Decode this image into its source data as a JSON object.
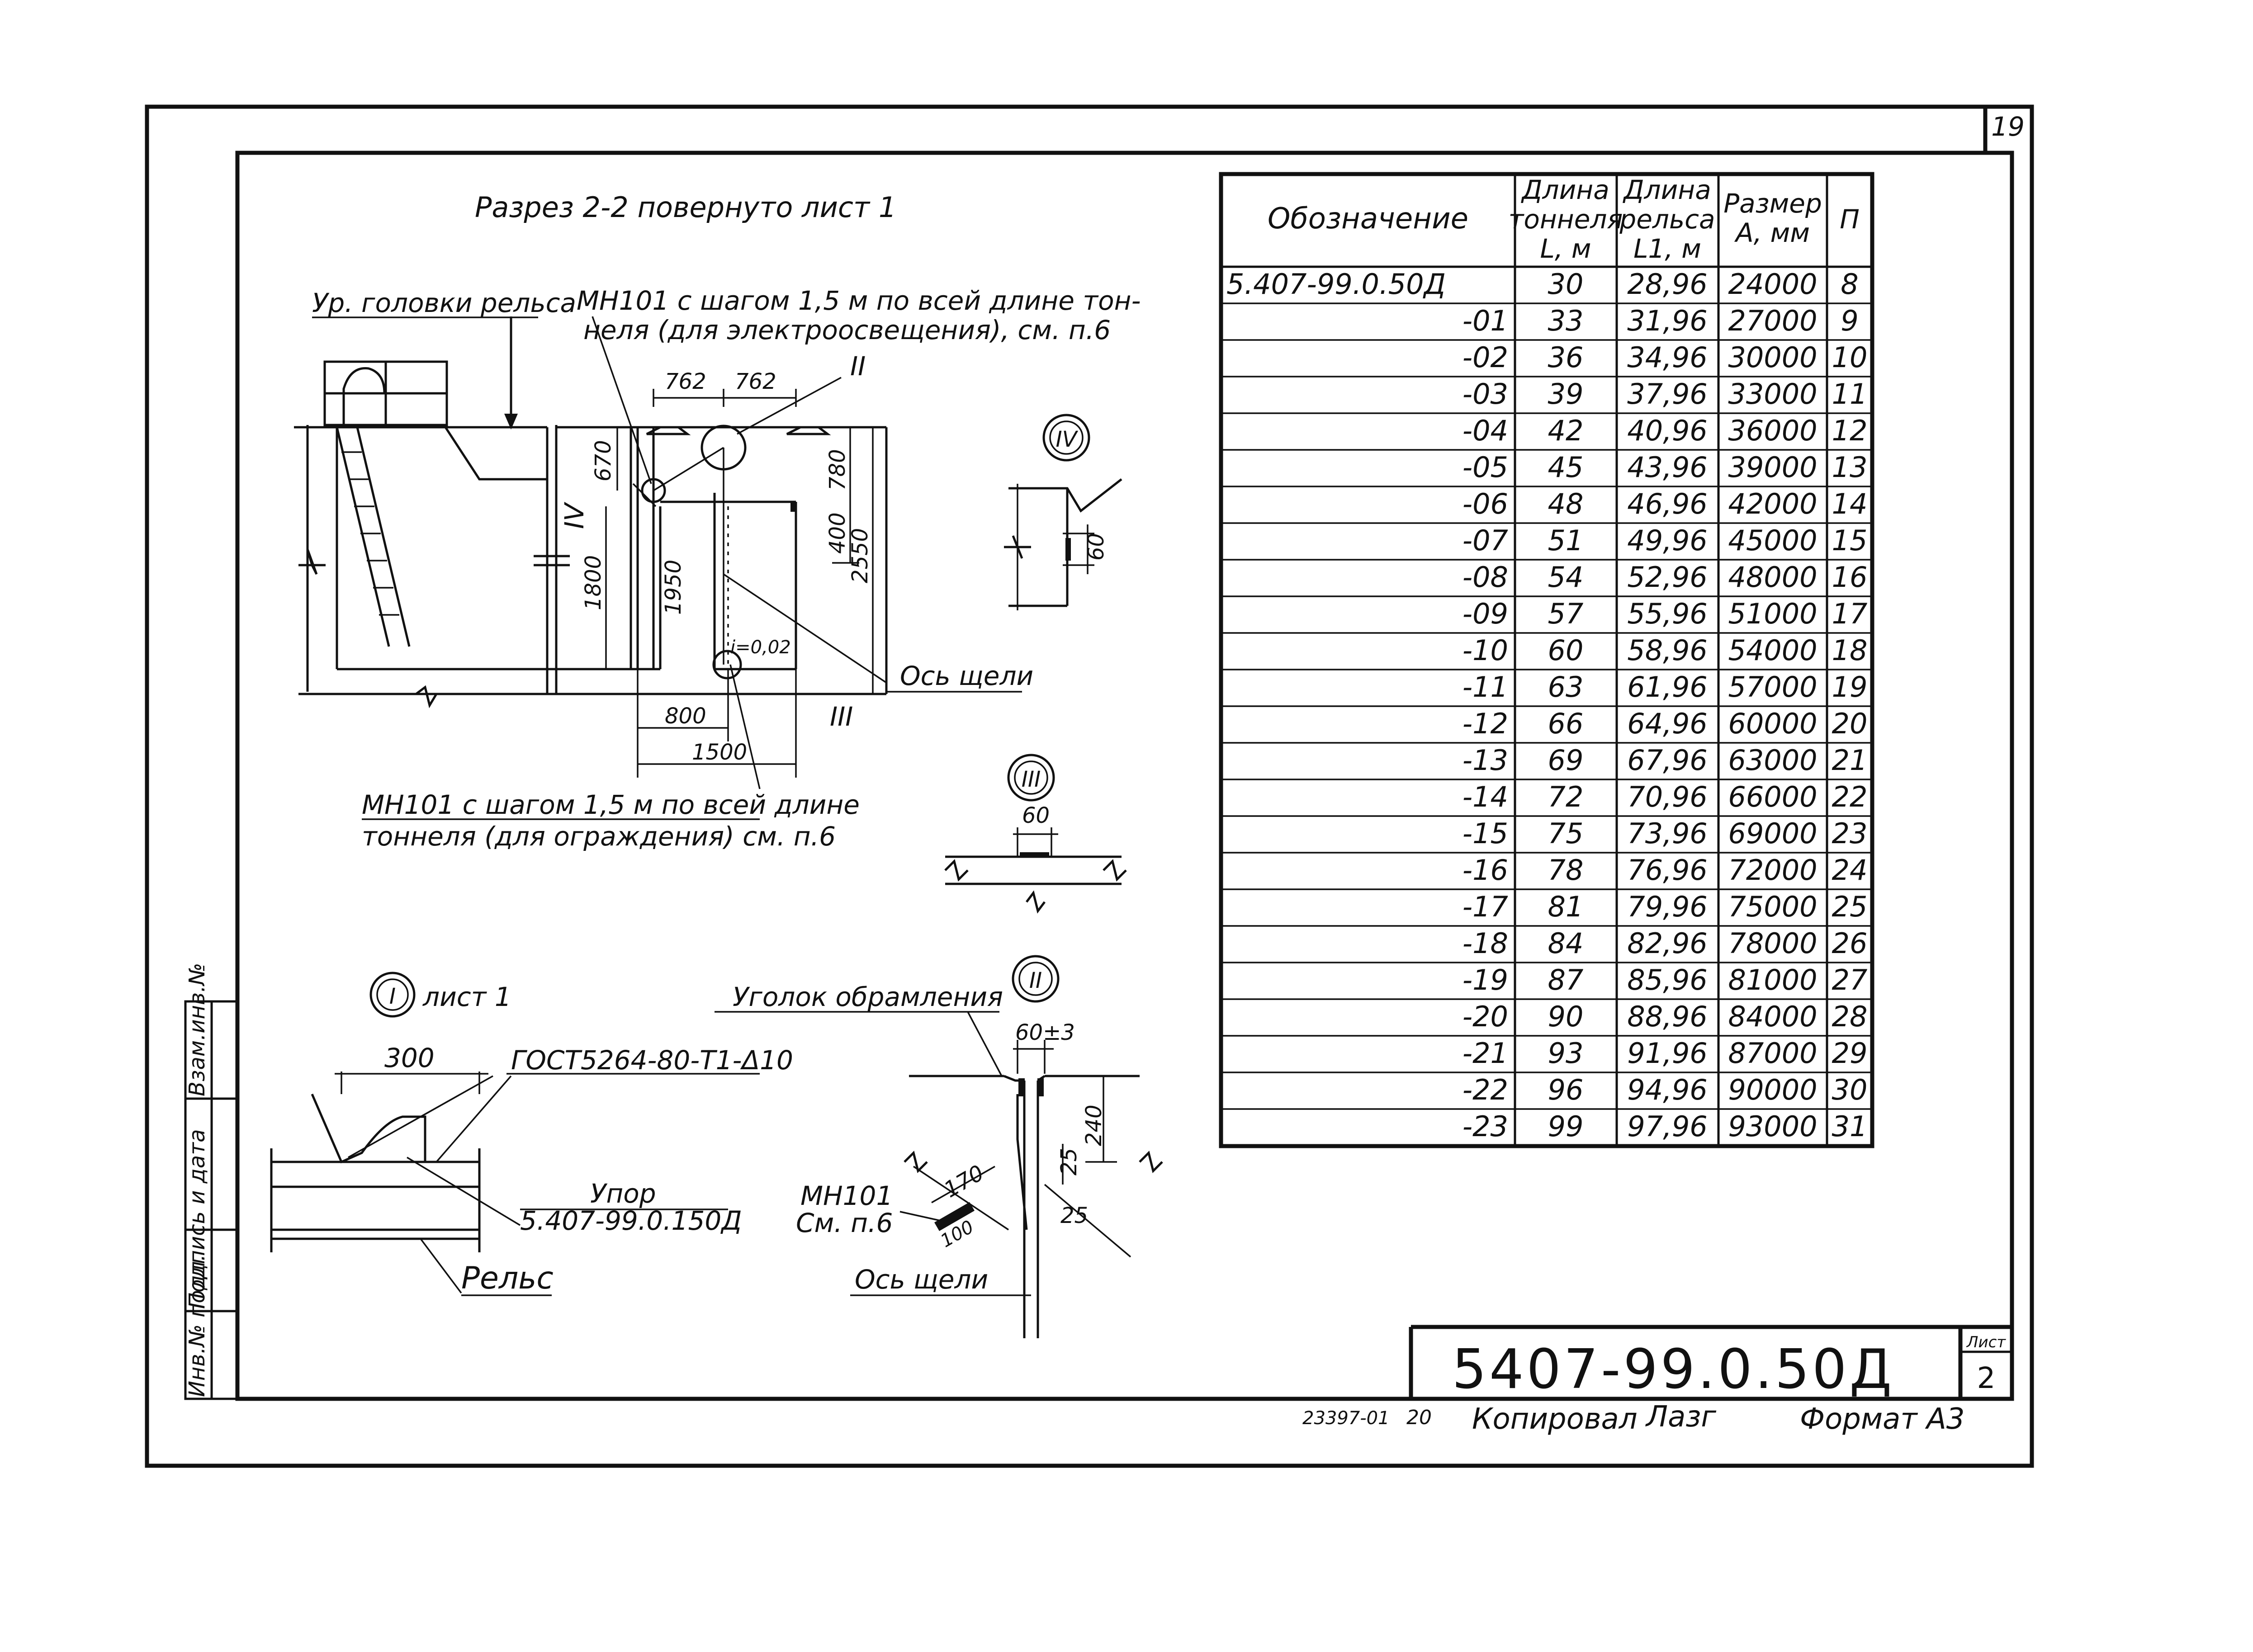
{
  "sheet_corner_number": "19",
  "section_title": "Разрез 2-2 повернуто лист 1",
  "labels": {
    "rail_head_level": "Ур. головки рельса",
    "mn_light": [
      "МН101 с шагом 1,5 м по всей длине тон-",
      "неля (для электроосвещения), см. п.6"
    ],
    "mn_fence": [
      "МН101 с шагом 1,5 м по всей длине",
      "тоннеля (для ограждения) см. п.6"
    ],
    "slot_axis": "Ось щели",
    "slot_axis_2": "Ось щели",
    "detail_i_ref": "лист 1",
    "gost": "ГОСТ5264-80-Т1-Δ10",
    "stop": [
      "Упор",
      "5.407-99.0.150Д"
    ],
    "rail": "Рельс",
    "angle_frame": "Уголок обрамления",
    "mn_note": [
      "МН101",
      "См. п.6"
    ],
    "slope": "i=0,02"
  },
  "dimensions": {
    "d762a": "762",
    "d762b": "762",
    "d670": "670",
    "d780": "780",
    "d400": "400",
    "d2550": "2550",
    "d1800": "1800",
    "d1950": "1950",
    "d800": "800",
    "d1500": "1500",
    "d60_iv": "60",
    "d60_iii": "60",
    "d300": "300",
    "d60pm3": "60±3",
    "d240": "240",
    "d25a": "25",
    "d25b": "25",
    "d170": "170",
    "d100": "100"
  },
  "callouts": {
    "c1": "I",
    "c2": "II",
    "c3": "III",
    "c4": "IV"
  },
  "table": {
    "headers": [
      [
        "Обозначение"
      ],
      [
        "Длина",
        "тоннеля",
        "L, м"
      ],
      [
        "Длина",
        "рельса",
        "L1, м"
      ],
      [
        "Размер",
        "А, мм"
      ],
      [
        "П"
      ]
    ],
    "rows": [
      [
        "5.407-99.0.50Д",
        "30",
        "28,96",
        "24000",
        "8"
      ],
      [
        "-01",
        "33",
        "31,96",
        "27000",
        "9"
      ],
      [
        "-02",
        "36",
        "34,96",
        "30000",
        "10"
      ],
      [
        "-03",
        "39",
        "37,96",
        "33000",
        "11"
      ],
      [
        "-04",
        "42",
        "40,96",
        "36000",
        "12"
      ],
      [
        "-05",
        "45",
        "43,96",
        "39000",
        "13"
      ],
      [
        "-06",
        "48",
        "46,96",
        "42000",
        "14"
      ],
      [
        "-07",
        "51",
        "49,96",
        "45000",
        "15"
      ],
      [
        "-08",
        "54",
        "52,96",
        "48000",
        "16"
      ],
      [
        "-09",
        "57",
        "55,96",
        "51000",
        "17"
      ],
      [
        "-10",
        "60",
        "58,96",
        "54000",
        "18"
      ],
      [
        "-11",
        "63",
        "61,96",
        "57000",
        "19"
      ],
      [
        "-12",
        "66",
        "64,96",
        "60000",
        "20"
      ],
      [
        "-13",
        "69",
        "67,96",
        "63000",
        "21"
      ],
      [
        "-14",
        "72",
        "70,96",
        "66000",
        "22"
      ],
      [
        "-15",
        "75",
        "73,96",
        "69000",
        "23"
      ],
      [
        "-16",
        "78",
        "76,96",
        "72000",
        "24"
      ],
      [
        "-17",
        "81",
        "79,96",
        "75000",
        "25"
      ],
      [
        "-18",
        "84",
        "82,96",
        "78000",
        "26"
      ],
      [
        "-19",
        "87",
        "85,96",
        "81000",
        "27"
      ],
      [
        "-20",
        "90",
        "88,96",
        "84000",
        "28"
      ],
      [
        "-21",
        "93",
        "91,96",
        "87000",
        "29"
      ],
      [
        "-22",
        "96",
        "94,96",
        "90000",
        "30"
      ],
      [
        "-23",
        "99",
        "97,96",
        "93000",
        "31"
      ]
    ]
  },
  "side_stamp": [
    "Инв.№ подл.",
    "Подпись и дата",
    "Взам.инв.№"
  ],
  "title_block": {
    "code": "5407-99.0.50Д",
    "sheet_label": "Лист",
    "sheet_number": "2"
  },
  "footer": {
    "order": "23397-01",
    "num": "20",
    "copied": "Копировал",
    "signature": "Лазг",
    "format": "Формат А3"
  }
}
